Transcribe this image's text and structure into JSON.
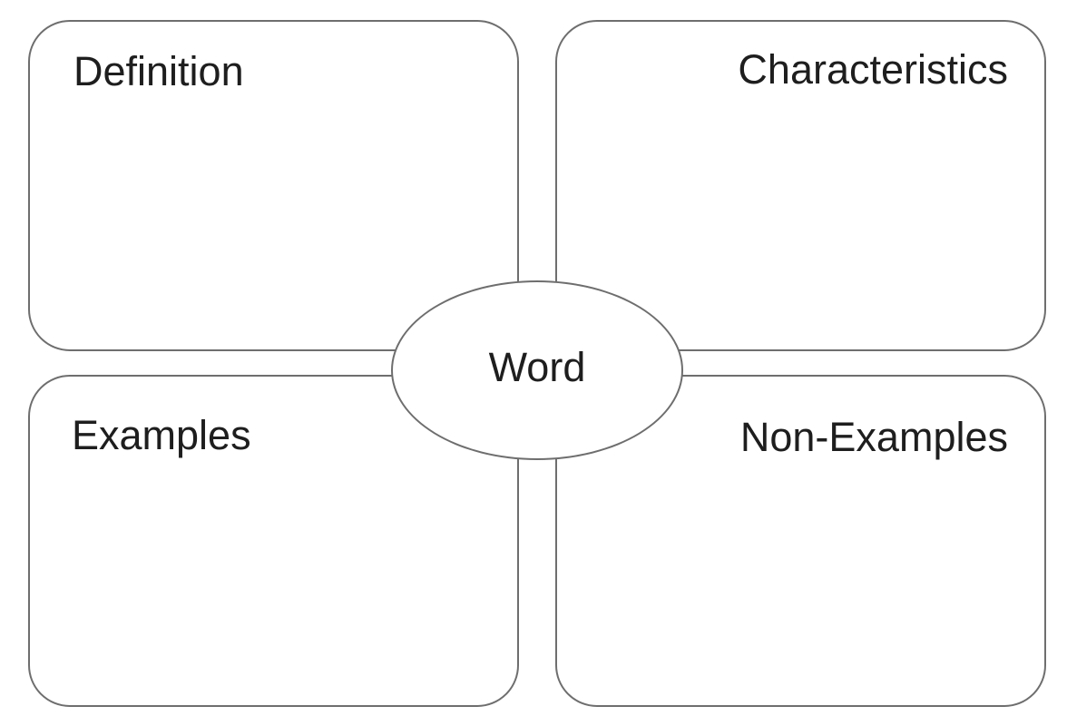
{
  "diagram": {
    "quadrants": {
      "top_left": {
        "label": "Definition"
      },
      "top_right": {
        "label": "Characteristics"
      },
      "bottom_left": {
        "label": "Examples"
      },
      "bottom_right": {
        "label": "Non-Examples"
      }
    },
    "center": {
      "label": "Word"
    }
  }
}
